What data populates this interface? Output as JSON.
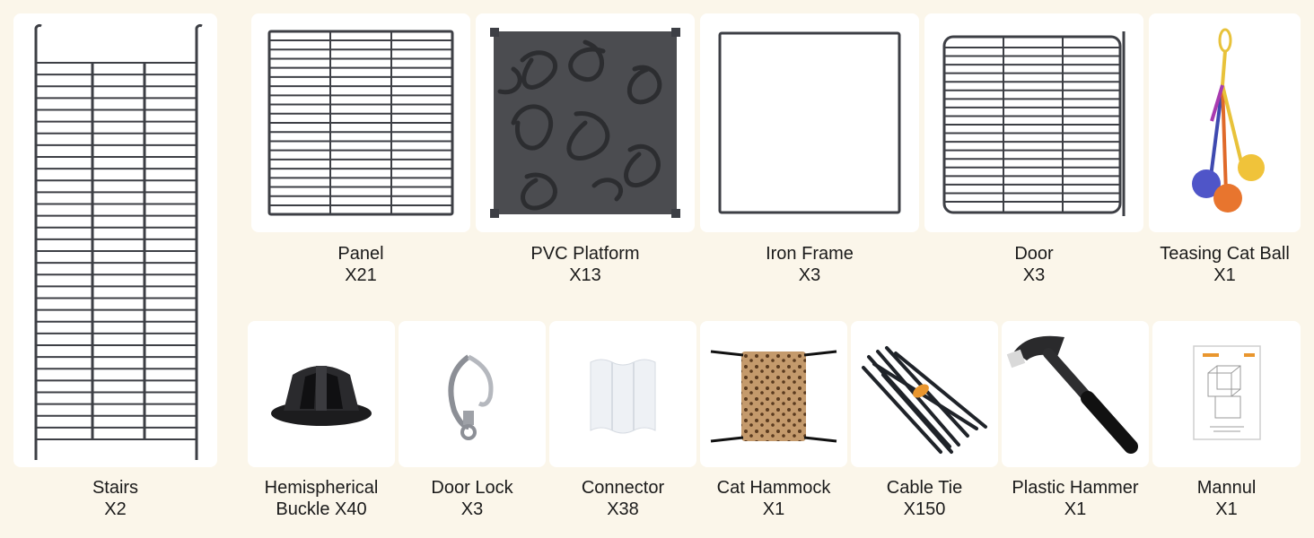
{
  "colors": {
    "background": "#fbf6ea",
    "card": "#ffffff",
    "wire": "#3d3f45",
    "pvc": "#4b4c50",
    "text": "#1a1a1a"
  },
  "items": {
    "stairs": {
      "name": "Stairs",
      "qty": "X2",
      "icon": "stairs-ladder-icon"
    },
    "panel": {
      "name": "Panel",
      "qty": "X21",
      "icon": "wire-panel-icon"
    },
    "pvc": {
      "name": "PVC Platform",
      "qty": "X13",
      "icon": "pvc-platform-icon"
    },
    "frame": {
      "name": "Iron Frame",
      "qty": "X3",
      "icon": "iron-frame-icon"
    },
    "door": {
      "name": "Door",
      "qty": "X3",
      "icon": "door-panel-icon"
    },
    "ball": {
      "name": "Teasing Cat Ball",
      "qty": "X1",
      "icon": "cat-ball-toy-icon"
    },
    "buckle": {
      "name": "Hemispherical",
      "name2": "Buckle X40",
      "icon": "buckle-icon"
    },
    "lock": {
      "name": "Door Lock",
      "qty": "X3",
      "icon": "door-lock-clip-icon"
    },
    "connector": {
      "name": "Connector",
      "qty": "X38",
      "icon": "connector-icon"
    },
    "hammock": {
      "name": "Cat Hammock",
      "qty": "X1",
      "icon": "hammock-icon"
    },
    "cabletie": {
      "name": "Cable Tie",
      "qty": "X150",
      "icon": "cable-tie-icon"
    },
    "hammer": {
      "name": "Plastic Hammer",
      "qty": "X1",
      "icon": "hammer-icon"
    },
    "manual": {
      "name": "Mannul",
      "qty": "X1",
      "icon": "manual-booklet-icon"
    }
  }
}
